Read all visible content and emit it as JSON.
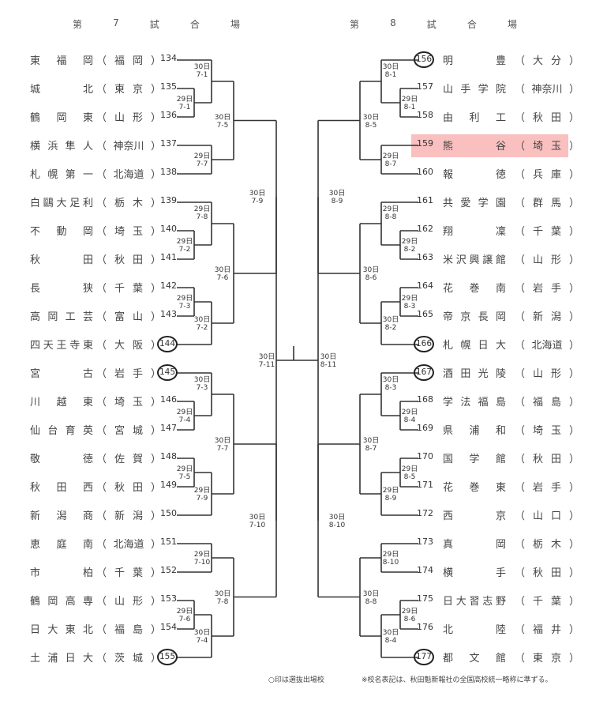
{
  "venue_left": {
    "header": [
      "第",
      "7",
      "試",
      "合",
      "場"
    ]
  },
  "venue_right": {
    "header": [
      "第",
      "8",
      "試",
      "合",
      "場"
    ]
  },
  "left_teams": [
    {
      "no": "134",
      "name": [
        "東",
        "福",
        "岡"
      ],
      "pref": [
        "福",
        "岡"
      ],
      "seeded": false
    },
    {
      "no": "135",
      "name": [
        "城",
        "",
        "北"
      ],
      "pref": [
        "東",
        "京"
      ],
      "seeded": false
    },
    {
      "no": "136",
      "name": [
        "鶴",
        "岡",
        "東"
      ],
      "pref": [
        "山",
        "形"
      ],
      "seeded": false
    },
    {
      "no": "137",
      "name": [
        "横",
        "浜",
        "隼",
        "人"
      ],
      "pref": [
        "神奈川"
      ],
      "seeded": false
    },
    {
      "no": "138",
      "name": [
        "札",
        "幌",
        "第",
        "一"
      ],
      "pref": [
        "北海道"
      ],
      "seeded": false
    },
    {
      "no": "139",
      "name": [
        "白",
        "鷗",
        "大",
        "足",
        "利"
      ],
      "pref": [
        "栃",
        "木"
      ],
      "seeded": false
    },
    {
      "no": "140",
      "name": [
        "不",
        "動",
        "岡"
      ],
      "pref": [
        "埼",
        "玉"
      ],
      "seeded": false
    },
    {
      "no": "141",
      "name": [
        "秋",
        "",
        "田"
      ],
      "pref": [
        "秋",
        "田"
      ],
      "seeded": false
    },
    {
      "no": "142",
      "name": [
        "長",
        "",
        "狭"
      ],
      "pref": [
        "千",
        "葉"
      ],
      "seeded": false
    },
    {
      "no": "143",
      "name": [
        "高",
        "岡",
        "工",
        "芸"
      ],
      "pref": [
        "富",
        "山"
      ],
      "seeded": false
    },
    {
      "no": "144",
      "name": [
        "四",
        "天",
        "王",
        "寺",
        "東"
      ],
      "pref": [
        "大",
        "阪"
      ],
      "seeded": true
    },
    {
      "no": "145",
      "name": [
        "宮",
        "",
        "古"
      ],
      "pref": [
        "岩",
        "手"
      ],
      "seeded": true
    },
    {
      "no": "146",
      "name": [
        "川",
        "越",
        "東"
      ],
      "pref": [
        "埼",
        "玉"
      ],
      "seeded": false
    },
    {
      "no": "147",
      "name": [
        "仙",
        "台",
        "育",
        "英"
      ],
      "pref": [
        "宮",
        "城"
      ],
      "seeded": false
    },
    {
      "no": "148",
      "name": [
        "敬",
        "",
        "徳"
      ],
      "pref": [
        "佐",
        "賀"
      ],
      "seeded": false
    },
    {
      "no": "149",
      "name": [
        "秋",
        "田",
        "西"
      ],
      "pref": [
        "秋",
        "田"
      ],
      "seeded": false
    },
    {
      "no": "150",
      "name": [
        "新",
        "潟",
        "商"
      ],
      "pref": [
        "新",
        "潟"
      ],
      "seeded": false
    },
    {
      "no": "151",
      "name": [
        "恵",
        "庭",
        "南"
      ],
      "pref": [
        "北海道"
      ],
      "seeded": false
    },
    {
      "no": "152",
      "name": [
        "市",
        "",
        "柏"
      ],
      "pref": [
        "千",
        "葉"
      ],
      "seeded": false
    },
    {
      "no": "153",
      "name": [
        "鶴",
        "岡",
        "高",
        "専"
      ],
      "pref": [
        "山",
        "形"
      ],
      "seeded": false
    },
    {
      "no": "154",
      "name": [
        "日",
        "大",
        "東",
        "北"
      ],
      "pref": [
        "福",
        "島"
      ],
      "seeded": false
    },
    {
      "no": "155",
      "name": [
        "土",
        "浦",
        "日",
        "大"
      ],
      "pref": [
        "茨",
        "城"
      ],
      "seeded": true
    }
  ],
  "right_teams": [
    {
      "no": "156",
      "name": [
        "明",
        "",
        "豊"
      ],
      "pref": [
        "大",
        "分"
      ],
      "seeded": true
    },
    {
      "no": "157",
      "name": [
        "山",
        "手",
        "学",
        "院"
      ],
      "pref": [
        "神奈川"
      ],
      "seeded": false
    },
    {
      "no": "158",
      "name": [
        "由",
        "利",
        "工"
      ],
      "pref": [
        "秋",
        "田"
      ],
      "seeded": false
    },
    {
      "no": "159",
      "name": [
        "熊",
        "",
        "谷"
      ],
      "pref": [
        "埼",
        "玉"
      ],
      "seeded": false,
      "highlighted": true
    },
    {
      "no": "160",
      "name": [
        "報",
        "",
        "徳"
      ],
      "pref": [
        "兵",
        "庫"
      ],
      "seeded": false
    },
    {
      "no": "161",
      "name": [
        "共",
        "愛",
        "学",
        "園"
      ],
      "pref": [
        "群",
        "馬"
      ],
      "seeded": false
    },
    {
      "no": "162",
      "name": [
        "翔",
        "",
        "凜"
      ],
      "pref": [
        "千",
        "葉"
      ],
      "seeded": false
    },
    {
      "no": "163",
      "name": [
        "米",
        "沢",
        "興",
        "譲",
        "館"
      ],
      "pref": [
        "山",
        "形"
      ],
      "seeded": false
    },
    {
      "no": "164",
      "name": [
        "花",
        "巻",
        "南"
      ],
      "pref": [
        "岩",
        "手"
      ],
      "seeded": false
    },
    {
      "no": "165",
      "name": [
        "帝",
        "京",
        "長",
        "岡"
      ],
      "pref": [
        "新",
        "潟"
      ],
      "seeded": false
    },
    {
      "no": "166",
      "name": [
        "札",
        "幌",
        "日",
        "大"
      ],
      "pref": [
        "北海道"
      ],
      "seeded": true
    },
    {
      "no": "167",
      "name": [
        "酒",
        "田",
        "光",
        "陵"
      ],
      "pref": [
        "山",
        "形"
      ],
      "seeded": true
    },
    {
      "no": "168",
      "name": [
        "学",
        "法",
        "福",
        "島"
      ],
      "pref": [
        "福",
        "島"
      ],
      "seeded": false
    },
    {
      "no": "169",
      "name": [
        "県",
        "浦",
        "和"
      ],
      "pref": [
        "埼",
        "玉"
      ],
      "seeded": false
    },
    {
      "no": "170",
      "name": [
        "国",
        "学",
        "館"
      ],
      "pref": [
        "秋",
        "田"
      ],
      "seeded": false
    },
    {
      "no": "171",
      "name": [
        "花",
        "巻",
        "東"
      ],
      "pref": [
        "岩",
        "手"
      ],
      "seeded": false
    },
    {
      "no": "172",
      "name": [
        "西",
        "",
        "京"
      ],
      "pref": [
        "山",
        "口"
      ],
      "seeded": false
    },
    {
      "no": "173",
      "name": [
        "真",
        "",
        "岡"
      ],
      "pref": [
        "栃",
        "木"
      ],
      "seeded": false
    },
    {
      "no": "174",
      "name": [
        "横",
        "",
        "手"
      ],
      "pref": [
        "秋",
        "田"
      ],
      "seeded": false
    },
    {
      "no": "175",
      "name": [
        "日",
        "大",
        "習",
        "志",
        "野"
      ],
      "pref": [
        "千",
        "葉"
      ],
      "seeded": false
    },
    {
      "no": "176",
      "name": [
        "北",
        "",
        "陸"
      ],
      "pref": [
        "福",
        "井"
      ],
      "seeded": false
    },
    {
      "no": "177",
      "name": [
        "都",
        "文",
        "館"
      ],
      "pref": [
        "東",
        "京"
      ],
      "seeded": true
    }
  ],
  "match_labels_left": [
    {
      "day": "30日",
      "id": "7-1"
    },
    {
      "day": "29日",
      "id": "7-1"
    },
    {
      "day": "30日",
      "id": "7-5"
    },
    {
      "day": "29日",
      "id": "7-7"
    },
    {
      "day": "30日",
      "id": "7-9"
    },
    {
      "day": "29日",
      "id": "7-8"
    },
    {
      "day": "29日",
      "id": "7-2"
    },
    {
      "day": "30日",
      "id": "7-6"
    },
    {
      "day": "29日",
      "id": "7-3"
    },
    {
      "day": "30日",
      "id": "7-2"
    },
    {
      "day": "30日",
      "id": "7-3"
    },
    {
      "day": "29日",
      "id": "7-4"
    },
    {
      "day": "30日",
      "id": "7-7"
    },
    {
      "day": "29日",
      "id": "7-5"
    },
    {
      "day": "29日",
      "id": "7-9"
    },
    {
      "day": "30日",
      "id": "7-10"
    },
    {
      "day": "29日",
      "id": "7-10"
    },
    {
      "day": "30日",
      "id": "7-8"
    },
    {
      "day": "29日",
      "id": "7-6"
    },
    {
      "day": "30日",
      "id": "7-4"
    },
    {
      "day": "30日",
      "id": "7-11"
    }
  ],
  "match_labels_right": [
    {
      "day": "30日",
      "id": "8-1"
    },
    {
      "day": "29日",
      "id": "8-1"
    },
    {
      "day": "30日",
      "id": "8-5"
    },
    {
      "day": "29日",
      "id": "8-7"
    },
    {
      "day": "30日",
      "id": "8-9"
    },
    {
      "day": "29日",
      "id": "8-8"
    },
    {
      "day": "29日",
      "id": "8-2"
    },
    {
      "day": "30日",
      "id": "8-6"
    },
    {
      "day": "29日",
      "id": "8-3"
    },
    {
      "day": "30日",
      "id": "8-2"
    },
    {
      "day": "30日",
      "id": "8-3"
    },
    {
      "day": "29日",
      "id": "8-4"
    },
    {
      "day": "30日",
      "id": "8-7"
    },
    {
      "day": "29日",
      "id": "8-5"
    },
    {
      "day": "29日",
      "id": "8-9"
    },
    {
      "day": "30日",
      "id": "8-10"
    },
    {
      "day": "29日",
      "id": "8-10"
    },
    {
      "day": "30日",
      "id": "8-8"
    },
    {
      "day": "29日",
      "id": "8-6"
    },
    {
      "day": "30日",
      "id": "8-4"
    },
    {
      "day": "30日",
      "id": "8-11"
    }
  ],
  "footer": {
    "legend": "○印は選抜出場校",
    "note": "※校名表記は、秋田魁新報社の全国高校統一略称に準ずる。"
  },
  "colors": {
    "highlight": "#f9b4b4",
    "line": "#333333"
  }
}
